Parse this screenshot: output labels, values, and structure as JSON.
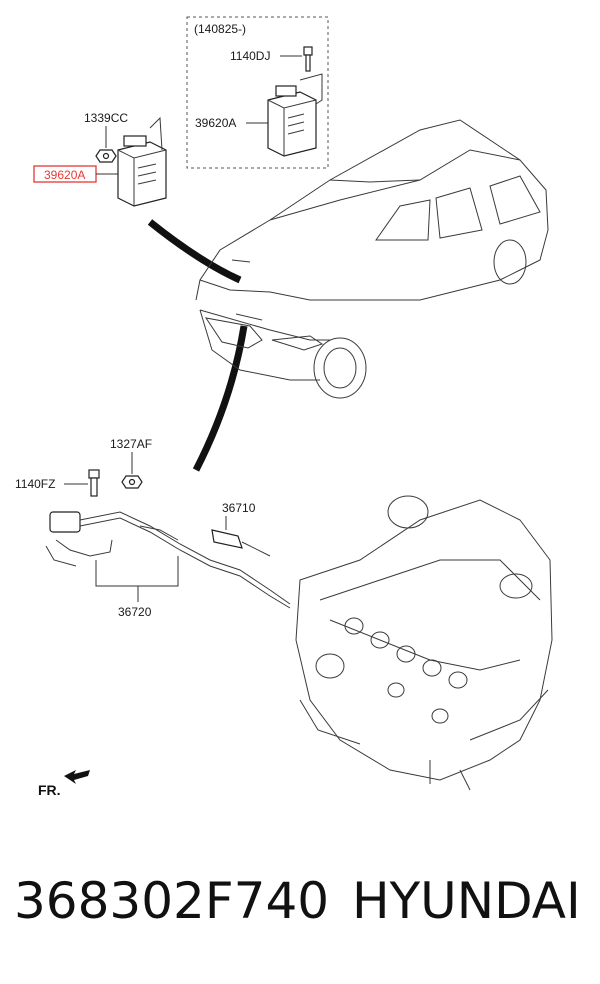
{
  "callouts": {
    "variant_date": "(140825-)",
    "bolt_1140dj": "1140DJ",
    "unit_39620a_variant": "39620A",
    "nut_1339cc": "1339CC",
    "unit_39620a_highlight": "39620A",
    "nut_1327af": "1327AF",
    "bolt_1140fz": "1140FZ",
    "plug_36710": "36710",
    "harness_36720": "36720",
    "front_marker": "FR."
  },
  "footer": {
    "part_number": "368302F740",
    "brand": "HYUNDAI"
  },
  "colors": {
    "highlight_box": "#e53935",
    "line": "#333333",
    "leader_arrow": "#111111"
  },
  "icons": [
    "front-arrow-icon"
  ]
}
